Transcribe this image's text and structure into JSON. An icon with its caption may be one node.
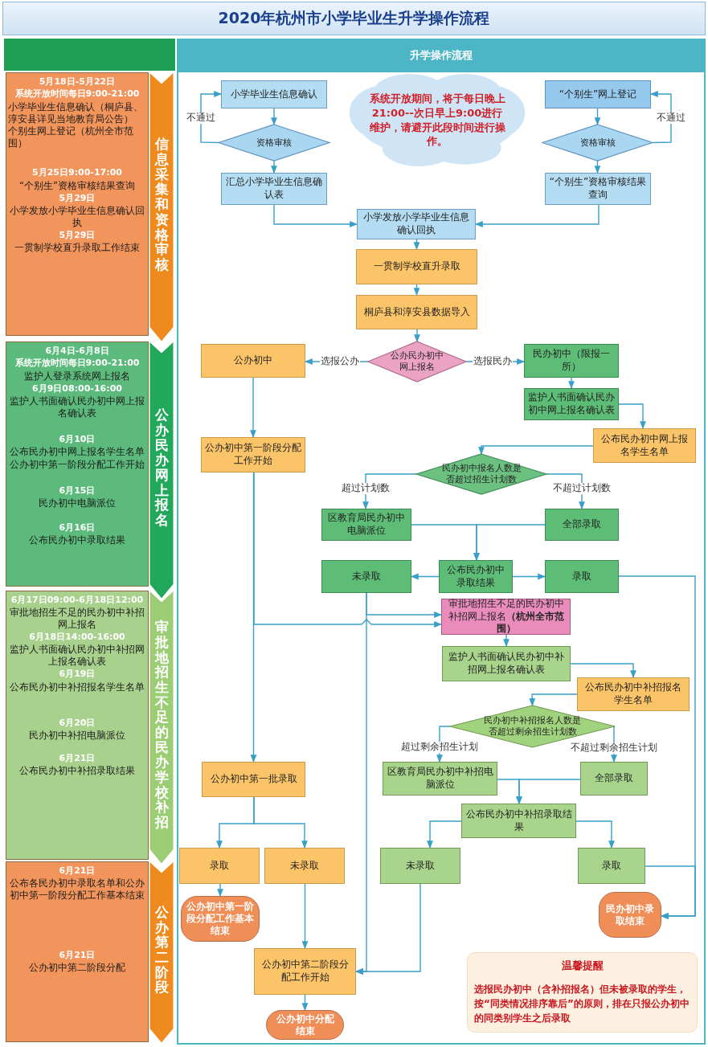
{
  "diagram": {
    "title": "2020年杭州市小学毕业生升学操作流程",
    "nodes": [
      {
        "text": [
          "5月18日-5月22日",
          "系统开放时间每日9:00-21:00",
          "小学毕业生信息确认（桐庐县、淳安县详见当地教育局公告）",
          "个别生网上登记（杭州全市范围）",
          "5月25日9:00-17:00",
          "“个别生”资格审核结果查询",
          "5月29日",
          "小学发放小学毕业生信息确认回执",
          "5月29日",
          "一贯制学校直升录取工作结束"
        ]
      },
      {
        "text": [
          "信息采集和资格审核"
        ]
      },
      {
        "text": [
          "6月4日-6月8日",
          "系统开放时间每日9:00-21:00",
          "监护人登录系统网上报名",
          "6月9日08:00-16:00",
          "监护人书面确认民办初中网上报名确认表",
          "6月10日",
          "公布民办初中网上报名学生名单",
          "公办初中第一阶段分配工作开始",
          "6月15日",
          "民办初中电脑派位",
          "6月16日",
          "公布民办初中录取结果"
        ]
      },
      {
        "text": [
          "公办民办网上报名"
        ]
      },
      {
        "text": [
          "6月17日09:00-6月18日12:00",
          "审批地招生不足的民办初中补招网上报名",
          "6月18日14:00-16:00",
          "监护人书面确认民办初中补招网上报名确认表",
          "6月19日",
          "公布民办初中补招报名学生名单",
          "6月20日",
          "民办初中补招电脑派位",
          "6月21日",
          "公布民办初中补招录取结果"
        ]
      },
      {
        "text": [
          "审批地招生不足的民办学校补招"
        ]
      },
      {
        "text": [
          "6月21日",
          "公布各民办初中录取名单和公办初中第一阶段分配工作基本结束",
          "6月21日",
          "公办初中第二阶段分配"
        ]
      },
      {
        "text": [
          "公办第二阶段"
        ]
      },
      {
        "text": [
          "小学毕业生信息确认"
        ]
      },
      {
        "text": [
          "系统开放期间，将于每日晚上21:00--次日早上9:00进行维护，请避开此段时间进行操作。"
        ]
      },
      {
        "text": [
          "“个别生”网上登记"
        ]
      },
      {
        "text": [
          "资格审核"
        ]
      },
      {
        "text": [
          "资格审核"
        ]
      },
      {
        "text": [
          "汇总小学毕业生信息确认表"
        ]
      },
      {
        "text": [
          "“个别生”资格审核结果查询"
        ]
      },
      {
        "text": [
          "小学发放小学毕业生信息确认回执"
        ]
      },
      {
        "text": [
          "一贯制学校直升录取"
        ]
      },
      {
        "text": [
          "桐庐县和淳安县数据导入"
        ]
      },
      {
        "text": [
          "公办初中"
        ]
      },
      {
        "text": [
          "公办民办初中网上报名"
        ]
      },
      {
        "text": [
          "民办初中（限报一所）"
        ]
      },
      {
        "text": [
          "监护人书面确认民办初中网上报名确认表"
        ]
      },
      {
        "text": [
          "公办初中第一阶段分配工作开始"
        ]
      },
      {
        "text": [
          "公布民办初中网上报名学生名单"
        ]
      },
      {
        "text": [
          "民办初中报名人数是否超过招生计划数"
        ]
      },
      {
        "text": [
          "区教育局民办初中电脑派位"
        ]
      },
      {
        "text": [
          "全部录取"
        ]
      },
      {
        "text": [
          "未录取"
        ]
      },
      {
        "text": [
          "公布民办初中录取结果"
        ]
      },
      {
        "text": [
          "录取"
        ]
      },
      {
        "text": [
          "审批地招生不足的民办初中补招网上报名**（杭州全市范围）**"
        ]
      },
      {
        "text": [
          "监护人书面确认民办初中补招网上报名确认表"
        ]
      },
      {
        "text": [
          "公布民办初中补招报名学生名单"
        ]
      },
      {
        "text": [
          "民办初中补招报名人数是否超过剩余招生计划数"
        ]
      },
      {
        "text": [
          "公办初中第一批录取"
        ]
      },
      {
        "text": [
          "区教育局民办初中补招电脑派位"
        ]
      },
      {
        "text": [
          "全部录取"
        ]
      },
      {
        "text": [
          "公布民办初中补招录取结果"
        ]
      },
      {
        "text": [
          "录取"
        ]
      },
      {
        "text": [
          "未录取"
        ]
      },
      {
        "text": [
          "未录取"
        ]
      },
      {
        "text": [
          "录取"
        ]
      },
      {
        "text": [
          "公办初中第一阶段分配工作基本结束"
        ]
      },
      {
        "text": [
          "民办初中录取结束"
        ]
      },
      {
        "text": [
          "公办初中第二阶段分配工作开始"
        ]
      },
      {
        "text": [
          "温馨提醒",
          "选报民办初中（含补招报名）但未被录取的学生，按“同类情况排序靠后”的原则，排在只报公办初中的同类别学生之后录取"
        ]
      },
      {
        "text": [
          "公办初中分配结束"
        ]
      }
    ],
    "edges": [
      {
        "from": 8,
        "to": 11,
        "arrow": "to"
      },
      {
        "from": 11,
        "to": 8,
        "arrow": "to",
        "label": "不通过"
      },
      {
        "from": 11,
        "to": 13,
        "arrow": "to"
      },
      {
        "from": 10,
        "to": 12,
        "arrow": "to"
      },
      {
        "from": 12,
        "to": 10,
        "arrow": "to",
        "label": "不通过"
      },
      {
        "from": 12,
        "to": 14,
        "arrow": "to"
      },
      {
        "from": 13,
        "to": 15,
        "arrow": "to"
      },
      {
        "from": 14,
        "to": 15,
        "arrow": "to"
      },
      {
        "from": 15,
        "to": 16,
        "arrow": "to"
      },
      {
        "from": 16,
        "to": 17,
        "arrow": "to"
      },
      {
        "from": 17,
        "to": 19,
        "arrow": "to"
      },
      {
        "from": 19,
        "to": 18,
        "arrow": "to",
        "label": "选报公办"
      },
      {
        "from": 19,
        "to": 20,
        "arrow": "to",
        "label": "选报民办"
      },
      {
        "from": 18,
        "to": 22,
        "arrow": "to"
      },
      {
        "from": 20,
        "to": 21,
        "arrow": "to"
      },
      {
        "from": 21,
        "to": 23,
        "arrow": "to"
      },
      {
        "from": 23,
        "to": 24,
        "arrow": "to"
      },
      {
        "from": 24,
        "to": 25,
        "arrow": "to",
        "label": "超过计划数"
      },
      {
        "from": 24,
        "to": 26,
        "arrow": "to",
        "label": "不超过计划数"
      },
      {
        "from": 25,
        "to": 28,
        "arrow": "to"
      },
      {
        "from": 26,
        "to": 28,
        "arrow": "to"
      },
      {
        "from": 28,
        "to": 27,
        "arrow": "to"
      },
      {
        "from": 28,
        "to": 29,
        "arrow": "to"
      },
      {
        "from": 27,
        "to": 30,
        "arrow": "to"
      },
      {
        "from": 22,
        "to": 30,
        "arrow": "to"
      },
      {
        "from": 22,
        "to": 34,
        "arrow": "to"
      },
      {
        "from": 27,
        "to": 44,
        "arrow": "to"
      },
      {
        "from": 29,
        "to": 43,
        "arrow": "to"
      },
      {
        "from": 30,
        "to": 31,
        "arrow": "to"
      },
      {
        "from": 31,
        "to": 32,
        "arrow": "to"
      },
      {
        "from": 32,
        "to": 33,
        "arrow": "to"
      },
      {
        "from": 33,
        "to": 35,
        "arrow": "to",
        "label": "超过剩余招生计划"
      },
      {
        "from": 33,
        "to": 36,
        "arrow": "to",
        "label": "不超过剩余招生计划"
      },
      {
        "from": 35,
        "to": 37,
        "arrow": "to"
      },
      {
        "from": 36,
        "to": 37,
        "arrow": "to"
      },
      {
        "from": 37,
        "to": 40,
        "arrow": "to"
      },
      {
        "from": 37,
        "to": 41,
        "arrow": "to"
      },
      {
        "from": 34,
        "to": 38,
        "arrow": "to"
      },
      {
        "from": 34,
        "to": 39,
        "arrow": "to"
      },
      {
        "from": 38,
        "to": 42,
        "arrow": "to"
      },
      {
        "from": 39,
        "to": 44,
        "arrow": "to"
      },
      {
        "from": 40,
        "to": 44,
        "arrow": "to"
      },
      {
        "from": 41,
        "to": 43,
        "arrow": "to"
      },
      {
        "from": 44,
        "to": 46,
        "arrow": "to"
      }
    ],
    "labels": [
      "升学操作流程"
    ]
  }
}
